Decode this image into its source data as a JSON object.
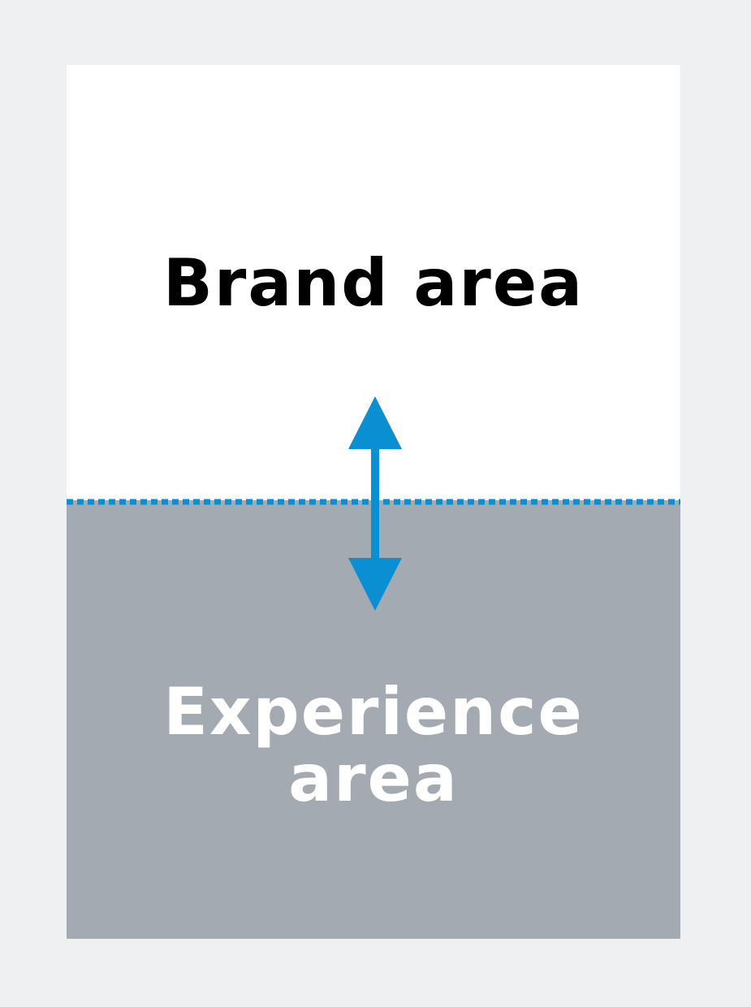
{
  "brand_area": {
    "label": "Brand area",
    "background": "#ffffff",
    "text_color": "#000000"
  },
  "experience_area": {
    "label": "Experience\narea",
    "background": "#a4aab1",
    "text_color": "#ffffff"
  },
  "divider": {
    "color": "#0a8fd2",
    "style": "dotted"
  },
  "arrow": {
    "color": "#0a8fd2",
    "direction": "bidirectional-vertical"
  },
  "page_background": "#eff0f2"
}
